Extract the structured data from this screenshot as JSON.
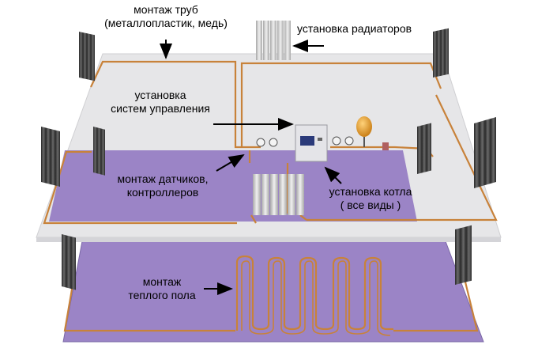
{
  "labels": {
    "pipes": [
      "монтаж труб",
      "(металлопластик, медь)"
    ],
    "radiators": "установка радиаторов",
    "control": [
      "установка",
      "систем управления"
    ],
    "sensors": [
      "монтаж датчиков,",
      "контроллеров"
    ],
    "boiler": [
      "установка котла",
      "( все виды )"
    ],
    "floor": [
      "монтаж",
      "теплого пола"
    ]
  },
  "colors": {
    "upper_floor": "#e6e6e8",
    "lower_floor": "#9b84c6",
    "floor_edge": "#7a68a6",
    "pipe": "#c8823a",
    "radiator": "#4a4a4a",
    "radiator_light": "#d0d0d0",
    "boiler_body": "#e4e4e8",
    "expansion_tank": "#e59a1e"
  },
  "icons": [
    "radiator-icon",
    "boiler-icon",
    "expansion-tank-icon",
    "pressure-gauge-icon",
    "arrow-icon"
  ]
}
